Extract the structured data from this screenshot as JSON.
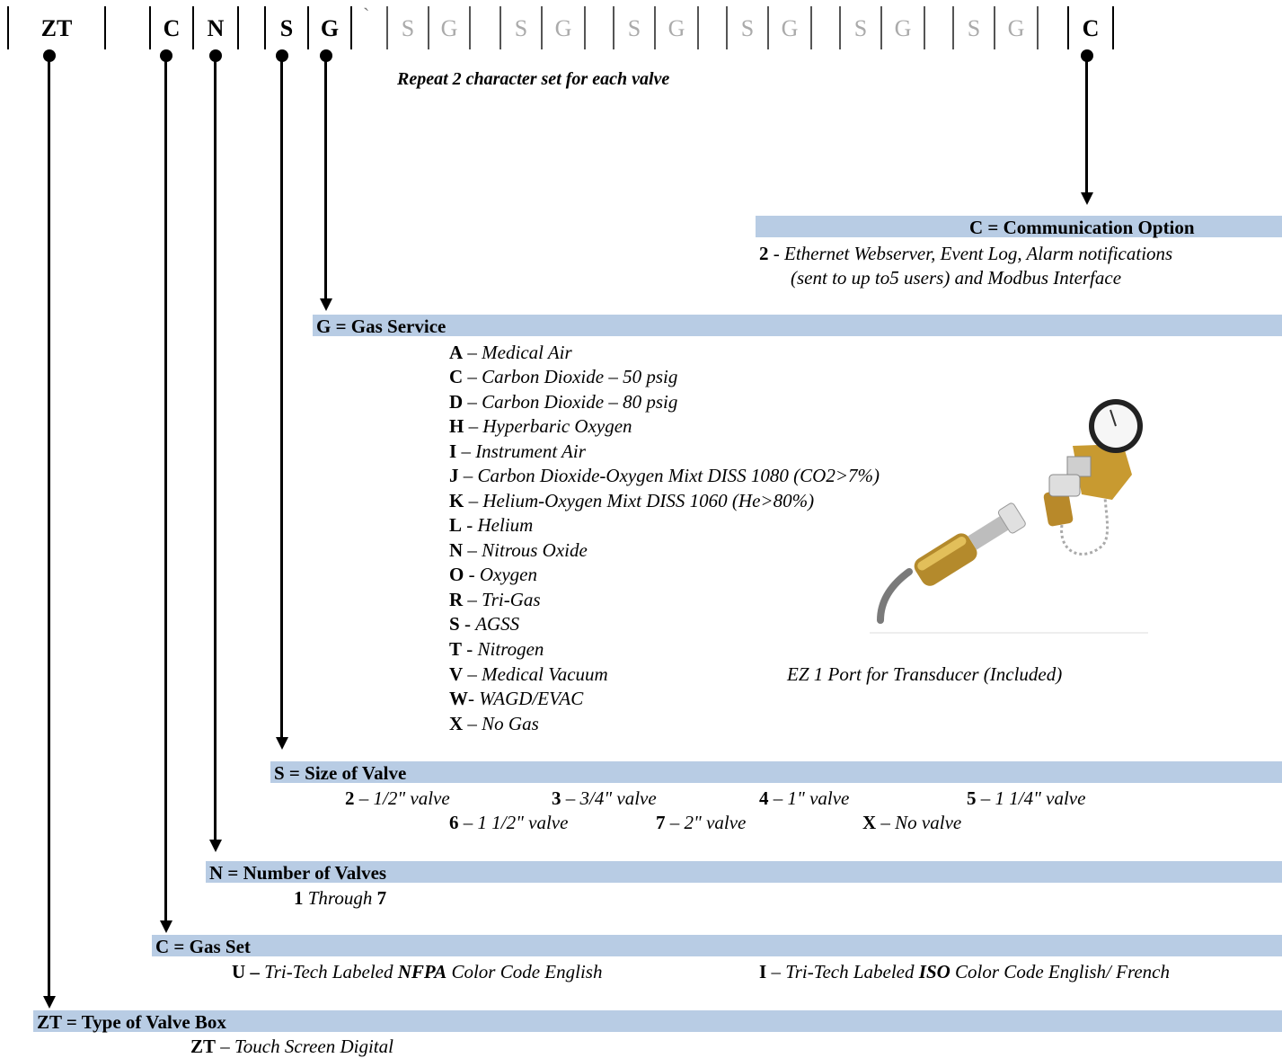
{
  "code_boxes": [
    {
      "label": "ZT"
    },
    {
      "label": "C"
    },
    {
      "label": "N"
    },
    {
      "label": "S"
    },
    {
      "label": "G"
    },
    {
      "label": "`"
    },
    {
      "label": "S"
    },
    {
      "label": "G"
    },
    {
      "label": "S"
    },
    {
      "label": "G"
    },
    {
      "label": "S"
    },
    {
      "label": "G"
    },
    {
      "label": "S"
    },
    {
      "label": "G"
    },
    {
      "label": "S"
    },
    {
      "label": "G"
    },
    {
      "label": "S"
    },
    {
      "label": "G"
    },
    {
      "label": "C"
    }
  ],
  "repeat_note": "Repeat 2 character set for each valve",
  "communication": {
    "header": "C  = Communication Option",
    "code": "2",
    "sep": " - ",
    "line1": "Ethernet Webserver, Event Log, Alarm notifications",
    "line2": "(sent to up to5 users) and Modbus Interface"
  },
  "gas_service": {
    "header": "G = Gas Service",
    "items": [
      {
        "code": "A",
        "sep": " – ",
        "text": "Medical Air"
      },
      {
        "code": "C",
        "sep": " – ",
        "text": "Carbon Dioxide – 50 psig"
      },
      {
        "code": "D",
        "sep": " – ",
        "text": "Carbon Dioxide – 80 psig"
      },
      {
        "code": "H",
        "sep": " – ",
        "text": "Hyperbaric Oxygen"
      },
      {
        "code": "I",
        "sep": " – ",
        "text": "Instrument Air"
      },
      {
        "code": "J",
        "sep": " – ",
        "text": "Carbon Dioxide-Oxygen Mixt DISS 1080 (CO2>7%)"
      },
      {
        "code": "K",
        "sep": " – ",
        "text": "Helium-Oxygen Mixt DISS 1060 (He>80%)"
      },
      {
        "code": "L",
        "sep": " - ",
        "text": "Helium"
      },
      {
        "code": "N",
        "sep": " – ",
        "text": "Nitrous Oxide"
      },
      {
        "code": "O",
        "sep": " - ",
        "text": "Oxygen"
      },
      {
        "code": "R",
        "sep": " – ",
        "text": "Tri-Gas"
      },
      {
        "code": "S",
        "sep": " - ",
        "text": "AGSS"
      },
      {
        "code": "T",
        "sep": " - ",
        "text": "Nitrogen"
      },
      {
        "code": "V",
        "sep": " – ",
        "text": "Medical Vacuum"
      },
      {
        "code": "W",
        "sep": "- ",
        "text": "WAGD/EVAC"
      },
      {
        "code": "X",
        "sep": " – ",
        "text": "No Gas"
      }
    ],
    "image_caption": "EZ 1 Port for Transducer (Included)"
  },
  "size_of_valve": {
    "header": "S = Size of Valve",
    "items": [
      {
        "code": "2",
        "sep": " – ",
        "text": "1/2\" valve"
      },
      {
        "code": "3",
        "sep": " – ",
        "text": "3/4\" valve"
      },
      {
        "code": "4",
        "sep": " – ",
        "text": "1\" valve"
      },
      {
        "code": "5",
        "sep": " – ",
        "text": "1 1/4\" valve"
      },
      {
        "code": "6",
        "sep": " – ",
        "text": "1 1/2\" valve"
      },
      {
        "code": "7",
        "sep": " – ",
        "text": "2\" valve"
      },
      {
        "code": "X",
        "sep": " – ",
        "text": "No valve"
      }
    ]
  },
  "number_of_valves": {
    "header": "N = Number of Valves",
    "from": "1",
    "through": " Through ",
    "to": "7"
  },
  "gas_set": {
    "header": "C = Gas Set",
    "u_code": "U –",
    "u_text1": " Tri-Tech Labeled ",
    "u_bold": "NFPA",
    "u_text2": " Color Code English",
    "i_code": "I",
    "i_text1": " – Tri-Tech Labeled ",
    "i_bold": "ISO",
    "i_text2": " Color Code English/ French"
  },
  "valve_box": {
    "header": "ZT = Type of Valve Box",
    "code": "ZT",
    "sep": " – ",
    "text": "Touch Screen Digital"
  }
}
